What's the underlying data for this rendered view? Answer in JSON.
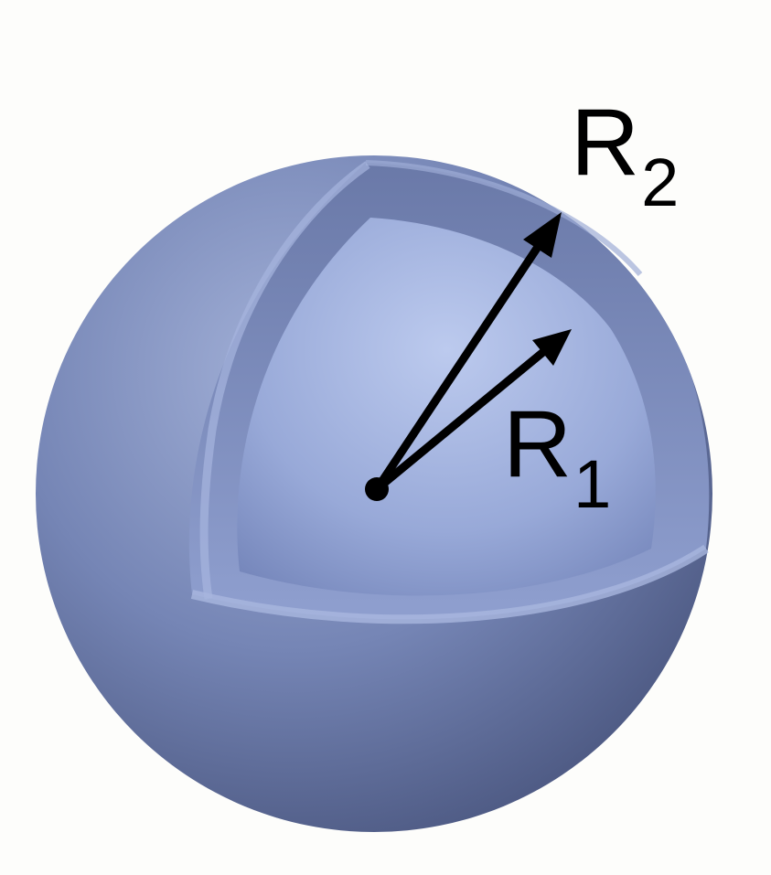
{
  "diagram": {
    "labels": {
      "outer_radius": {
        "letter": "R",
        "subscript": "2"
      },
      "inner_radius": {
        "letter": "R",
        "subscript": "1"
      }
    },
    "colors": {
      "background": "#fdfdfb",
      "shell_light": "#8a9ac8",
      "shell_dark": "#55638a",
      "core_light": "#b4c3e8",
      "core_dark": "#7f90c2",
      "arrow": "#000000"
    }
  }
}
